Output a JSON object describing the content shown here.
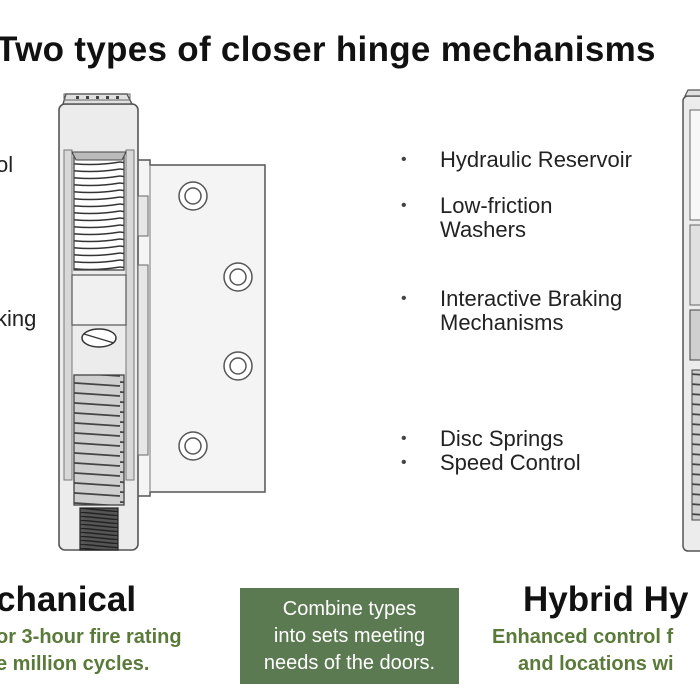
{
  "title": "Two types of closer hinge mechanisms",
  "left_fragments": [
    "ol",
    "king"
  ],
  "bullets": [
    {
      "lines": [
        "Hydraulic Reservoir"
      ]
    },
    {
      "lines": [
        "Low-friction",
        "Washers"
      ]
    },
    {
      "lines": [
        "Interactive Braking",
        "Mechanisms"
      ]
    },
    {
      "lines": [
        "Disc Springs"
      ]
    },
    {
      "lines": [
        "Speed Control"
      ]
    }
  ],
  "left_panel": {
    "heading": "chanical",
    "line1": "or 3-hour fire rating",
    "line2": "e million cycles."
  },
  "right_panel": {
    "heading": "Hybrid Hy",
    "line1": "Enhanced control f",
    "line2": "and locations wi"
  },
  "callout": {
    "line1": "Combine types",
    "line2": "into sets meeting",
    "line3": "needs of the doors."
  },
  "colors": {
    "green_text": "#5a7a3a",
    "callout_bg": "#5c7a52"
  }
}
